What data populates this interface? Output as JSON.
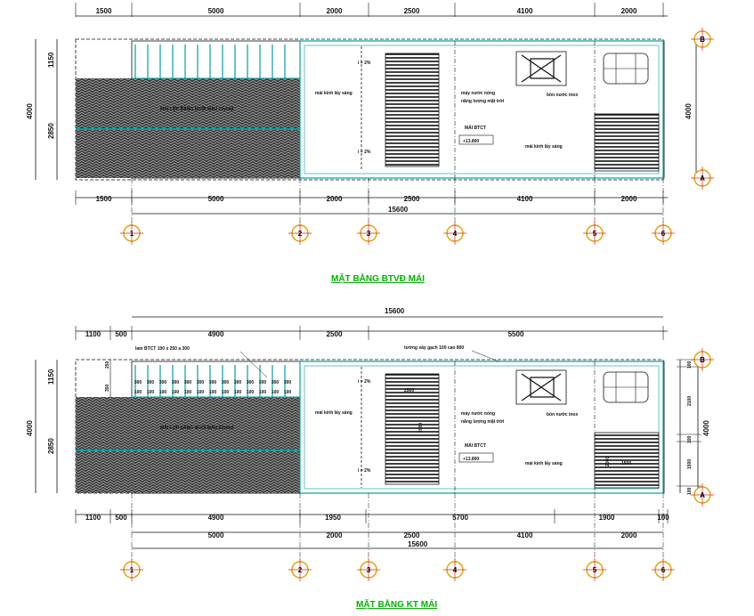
{
  "plan1": {
    "title": "MẶT BẰNG BTVĐ MÁI",
    "top_dims": [
      "1500",
      "5000",
      "2000",
      "2500",
      "4100",
      "2000"
    ],
    "bottom_dims": [
      "1500",
      "5000",
      "2000",
      "2500",
      "4100",
      "2000"
    ],
    "total": "15600",
    "left_total": "4000",
    "left_dims": [
      "1150",
      "2850"
    ],
    "right_dim": "4000",
    "axis_cols": [
      "1",
      "2",
      "3",
      "4",
      "5",
      "6"
    ],
    "axis_rows": [
      "B",
      "A"
    ],
    "labels": {
      "roof_tile": "MÁI LỢP BẰNG NGÓI MÀU 22v/m2",
      "skylight_left": "mái kính lấy sáng",
      "skylight_right": "mái kính lấy sáng",
      "slope_top": "i = 2%",
      "slope_bottom": "i = 2%",
      "solar": "máy nước nóng",
      "solar2": "năng lượng mặt trời",
      "tank": "bồn nước inox",
      "roof_btct": "MÁI BTCT",
      "roof_level": "+13.800"
    }
  },
  "plan2": {
    "title": "MẶT BẰNG KT MÁI",
    "top_total": "15600",
    "top_dims": [
      "1100",
      "500",
      "4900",
      "2500",
      "5500"
    ],
    "bottom_dims_1": [
      "1100",
      "500",
      "4900",
      "1950",
      "5700",
      "1900",
      "100"
    ],
    "bottom_dims_2": [
      "5000",
      "2000",
      "2500",
      "4100",
      "2000"
    ],
    "total": "15600",
    "left_dims": [
      "1150",
      "2850"
    ],
    "left_total": "4000",
    "left_inner": [
      "250",
      "350"
    ],
    "right_dims": [
      "100",
      "2100",
      "100",
      "1500",
      "100"
    ],
    "right_total": "4000",
    "axis_cols": [
      "1",
      "2",
      "3",
      "4",
      "5",
      "6"
    ],
    "axis_rows": [
      "B",
      "A"
    ],
    "rafter_values": [
      "100",
      "100",
      "100",
      "100",
      "100",
      "100",
      "100",
      "100",
      "100",
      "100",
      "100",
      "100",
      "100"
    ],
    "rafter_gaps": [
      "300",
      "300",
      "300",
      "300",
      "300",
      "300",
      "300",
      "300",
      "300",
      "300",
      "300",
      "300",
      "300"
    ],
    "labels": {
      "rafter": "lam BTCT 100 x 250 a 300",
      "wall": "tường xây gạch 100 cao 800",
      "roof_tile": "MÁI LỢP BẰNG NGÓI MÀU 22v/m2",
      "skylight_left": "mái kính lấy sáng",
      "skylight_right": "mái kính lấy sáng",
      "slope_top": "i = 2%",
      "slope_bottom": "i = 2%",
      "solar": "máy nước nóng",
      "solar2": "năng lượng mặt trời",
      "tank": "bồn nước inox",
      "roof_btct": "MÁI BTCT",
      "roof_level": "+13.800",
      "sky_w": "2500",
      "sky_h": "2000",
      "sky2_w": "1500",
      "sky2_h": "2000"
    }
  },
  "colors": {
    "line": "#111111",
    "cyan": "#00a0a0",
    "axis_ring": "#e0a000",
    "axis_center": "#e02020",
    "title": "#00b400"
  }
}
